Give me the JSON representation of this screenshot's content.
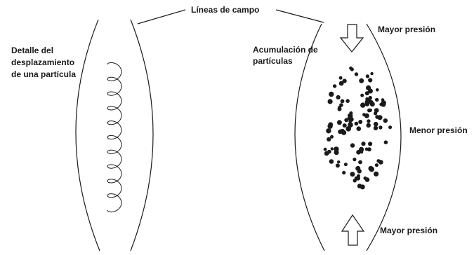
{
  "labels": {
    "field_lines": "Líneas de campo",
    "particle_detail": [
      "Detalle del",
      "desplazamiento",
      "de una partícula"
    ],
    "accumulation": [
      "Acumulación de",
      "partículas"
    ],
    "higher_pressure_top": "Mayor presión",
    "lower_pressure": "Menor presión",
    "higher_pressure_bottom": "Mayor presión"
  },
  "colors": {
    "ink": "#1a1a1a"
  }
}
